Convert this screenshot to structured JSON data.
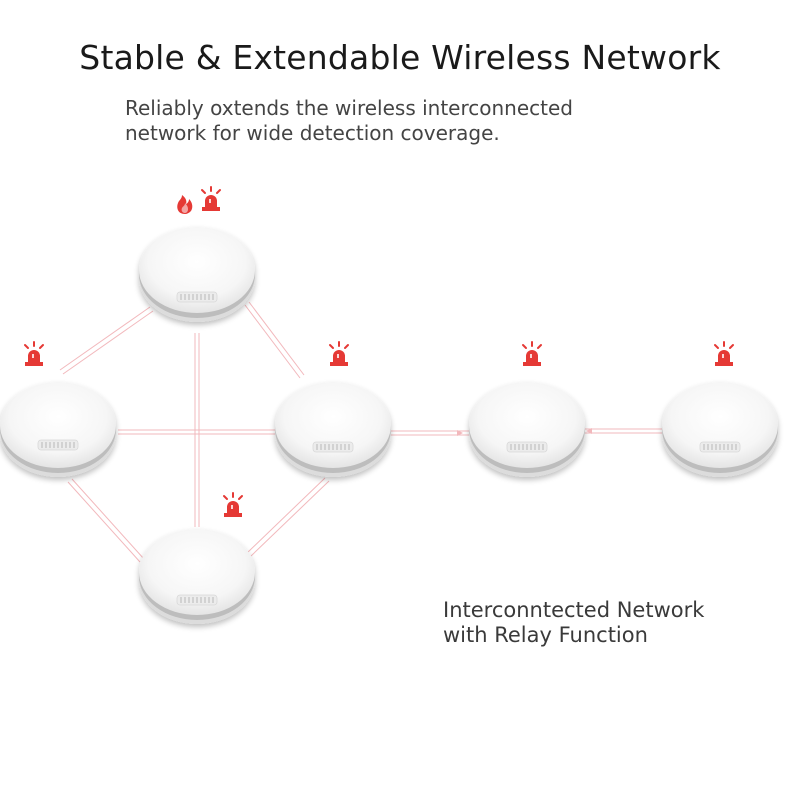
{
  "title": "Stable & Extendable Wireless Network",
  "subtitle_lines": [
    "Reliably oxtends the wireless interconnected",
    "network for wide detection coverage."
  ],
  "caption_lines": [
    "Interconntected Network",
    "with Relay Function"
  ],
  "colors": {
    "alarm": "#e53935",
    "link_line": "#f2b8bc",
    "detector_body": "#fafafa",
    "detector_rim": "#cfcfcf"
  },
  "detectors": [
    {
      "id": "top",
      "icons": [
        "fire-icon",
        "alarm-light-icon"
      ]
    },
    {
      "id": "left",
      "icons": [
        "alarm-light-icon"
      ]
    },
    {
      "id": "middle",
      "icons": [
        "alarm-light-icon"
      ]
    },
    {
      "id": "bottom",
      "icons": [
        "alarm-light-icon"
      ]
    },
    {
      "id": "relay",
      "icons": [
        "alarm-light-icon"
      ]
    },
    {
      "id": "far",
      "icons": [
        "alarm-light-icon"
      ]
    }
  ]
}
